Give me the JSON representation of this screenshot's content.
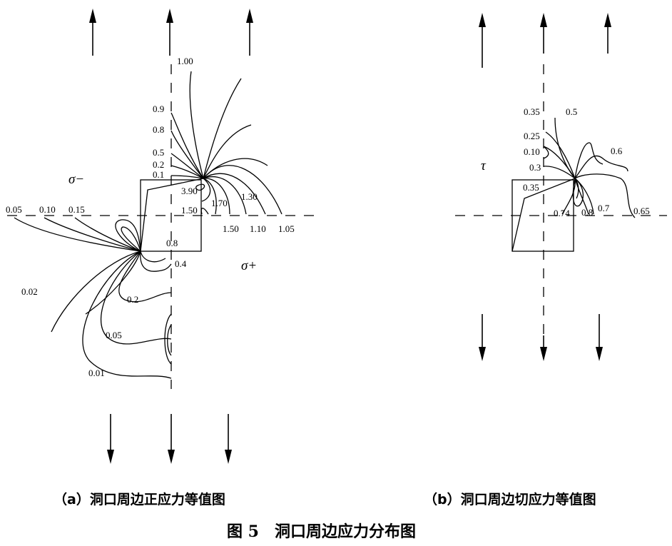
{
  "panel_a": {
    "symbols": {
      "sigma_minus": "σ−",
      "sigma_plus": "σ+"
    },
    "contour_labels": [
      "1.00",
      "0.9",
      "0.8",
      "0.5",
      "0.2",
      "0.1",
      "3.90",
      "1.30",
      "1.70",
      "1.50",
      "0.05",
      "0.10",
      "0.15",
      "1.50",
      "1.10",
      "1.05",
      "0.8",
      "0.4",
      "0.02",
      "0.2",
      "0.05",
      "0.01"
    ],
    "caption": "（a）洞口周边正应力等值图"
  },
  "panel_b": {
    "symbols": {
      "tau": "τ"
    },
    "contour_labels": [
      "0.35",
      "0.5",
      "0.25",
      "0.10",
      "0.6",
      "0.3",
      "0.35",
      "0.74",
      "0.8",
      "0.7",
      "0.65"
    ],
    "caption": "（b）洞口周边切应力等值图"
  },
  "figure_title": "图 5　洞口周边应力分布图"
}
